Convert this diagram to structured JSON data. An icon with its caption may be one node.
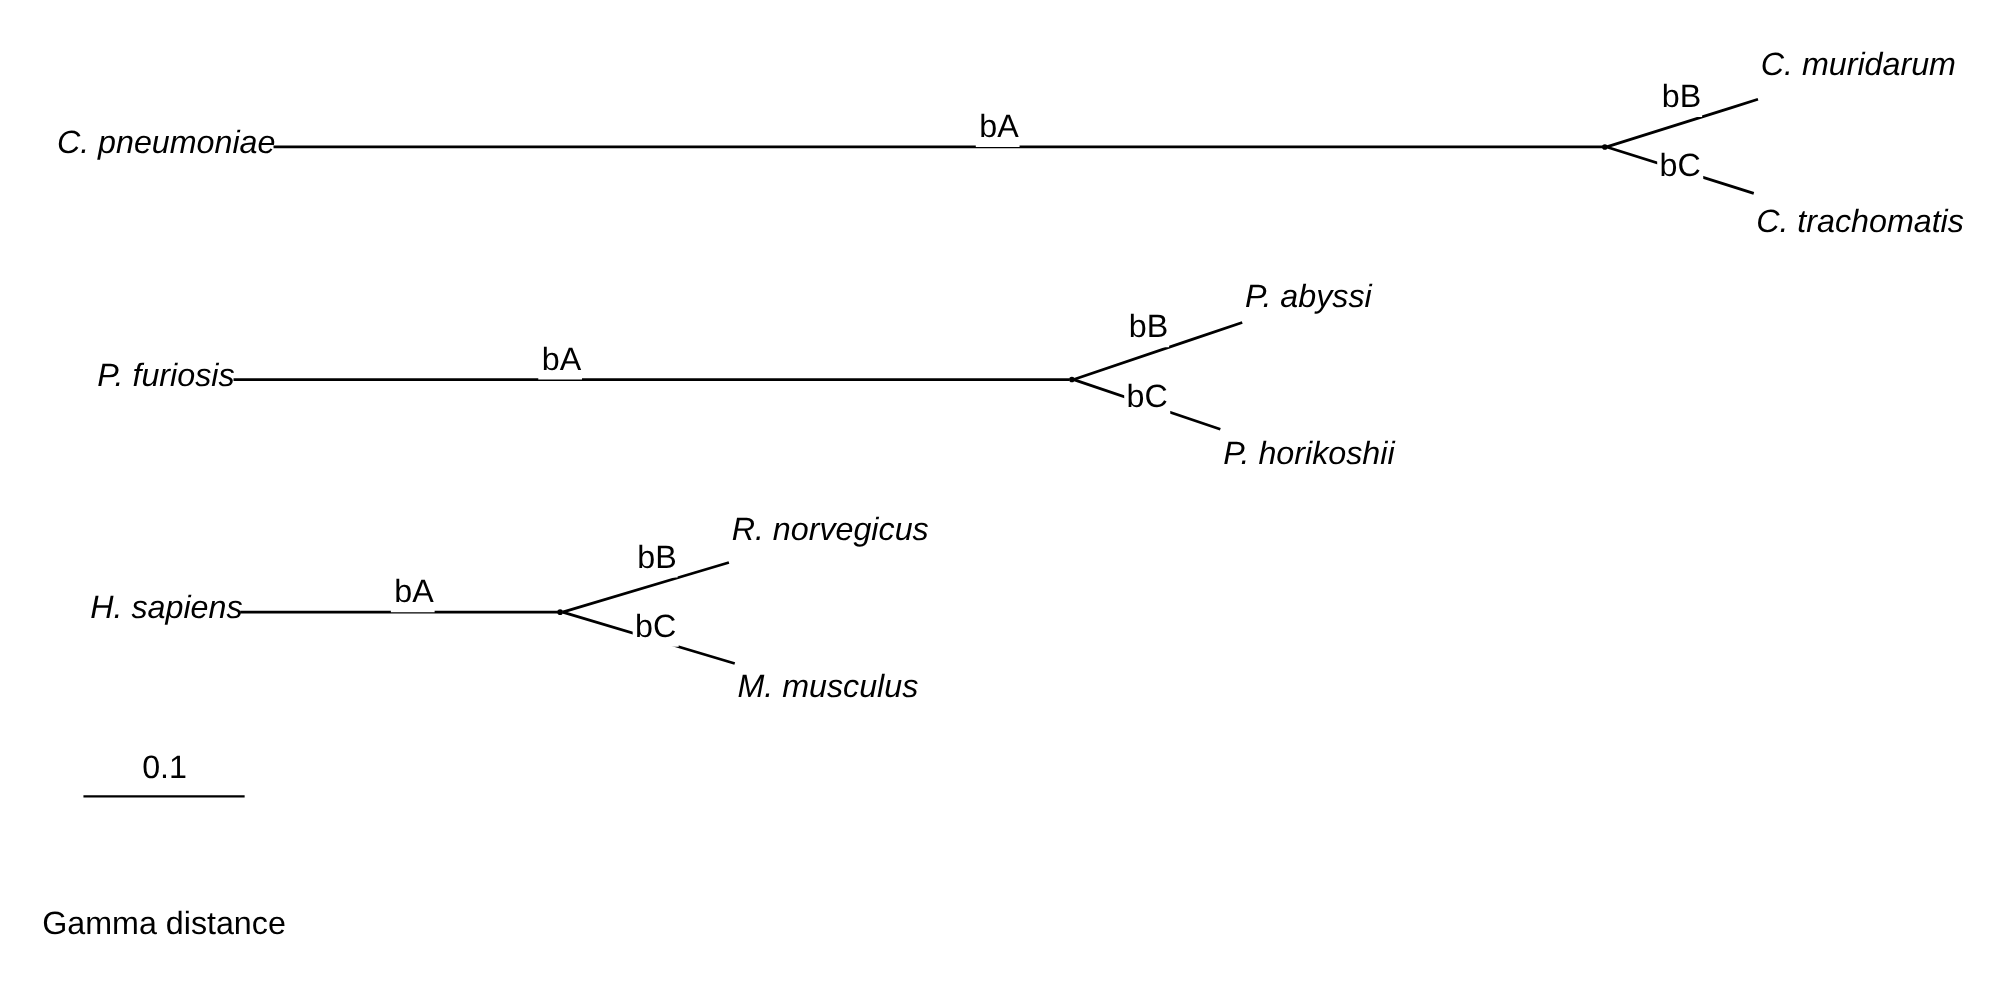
{
  "diagram": {
    "nodes": [
      {
        "text": [
          "C. pneumoniae"
        ]
      },
      {
        "text": [],
        "shape": "point"
      },
      {
        "text": [
          "C. muridarum"
        ]
      },
      {
        "text": [
          "C. trachomatis"
        ]
      },
      {
        "text": [
          "P. furiosis"
        ]
      },
      {
        "text": [],
        "shape": "point"
      },
      {
        "text": [
          "P. abyssi"
        ]
      },
      {
        "text": [
          "P. horikoshii"
        ]
      },
      {
        "text": [
          "H. sapiens"
        ]
      },
      {
        "text": [],
        "shape": "point"
      },
      {
        "text": [
          "R. norvegicus"
        ]
      },
      {
        "text": [
          "M. musculus"
        ]
      }
    ],
    "edges": [
      {
        "from": 0,
        "to": 1,
        "arrow": "none",
        "label": "bA"
      },
      {
        "from": 1,
        "to": 2,
        "arrow": "none",
        "label": "bB"
      },
      {
        "from": 1,
        "to": 3,
        "arrow": "none",
        "label": "bC"
      },
      {
        "from": 4,
        "to": 5,
        "arrow": "none",
        "label": "bA"
      },
      {
        "from": 5,
        "to": 6,
        "arrow": "none",
        "label": "bB"
      },
      {
        "from": 5,
        "to": 7,
        "arrow": "none",
        "label": "bC"
      },
      {
        "from": 8,
        "to": 9,
        "arrow": "none",
        "label": "bA"
      },
      {
        "from": 9,
        "to": 10,
        "arrow": "none",
        "label": "bB"
      },
      {
        "from": 9,
        "to": 11,
        "arrow": "none",
        "label": "bC"
      }
    ],
    "labels": [
      "0.1",
      "Gamma distance"
    ]
  }
}
